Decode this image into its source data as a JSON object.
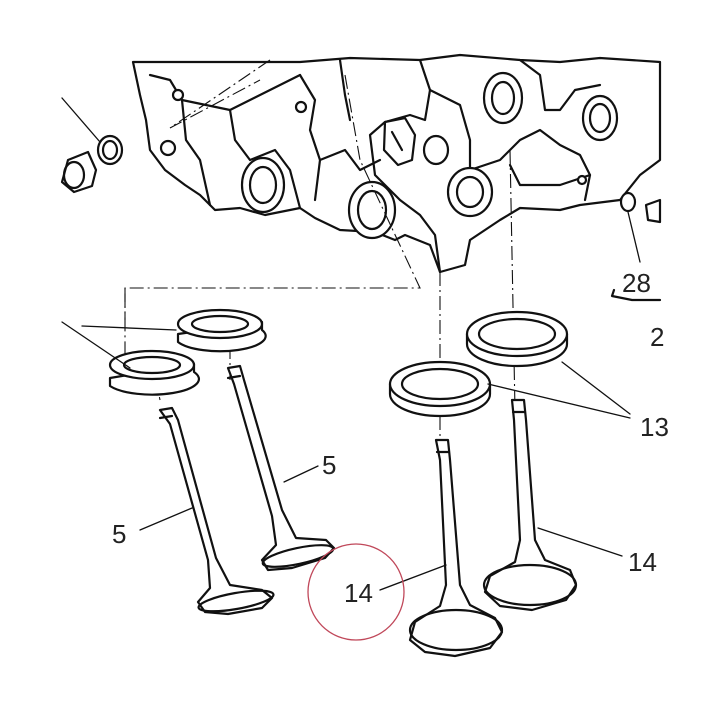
{
  "callouts": {
    "part_5_left": "5",
    "part_5_right": "5",
    "part_13": "13",
    "part_14_center": "14",
    "part_14_right": "14",
    "part_28": "28",
    "part_2_partial": "2"
  },
  "highlight": {
    "color": "#c0485a"
  }
}
